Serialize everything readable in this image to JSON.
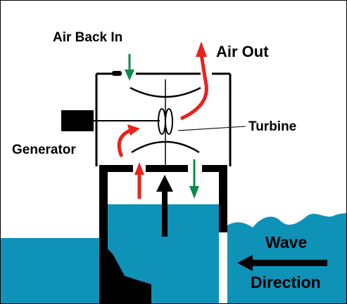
{
  "labels": {
    "air_back_in": "Air Back In",
    "air_out": "Air Out",
    "turbine": "Turbine",
    "generator": "Generator",
    "wave": "Wave",
    "direction": "Direction"
  },
  "colors": {
    "water": "#0f92b8",
    "structure": "#000000",
    "air_out_arrow": "#e8231b",
    "air_in_arrow": "#0f8a4a",
    "background": "#ffffff"
  },
  "icons": {
    "wave_direction": "left-arrow-icon",
    "water_rise": "up-arrow-icon",
    "turbine": "turbine-icon",
    "generator": "generator-box-icon"
  }
}
